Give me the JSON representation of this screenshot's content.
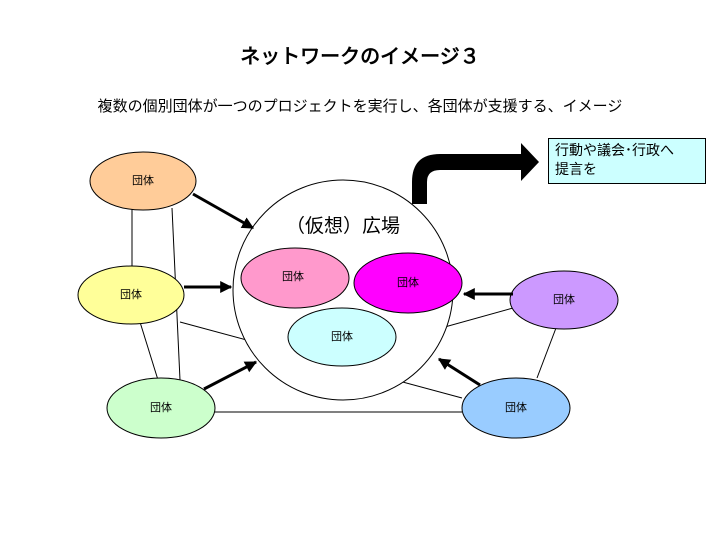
{
  "title": "ネットワークのイメージ３",
  "subtitle": "複数の個別団体が一つのプロジェクトを実行し、各団体が支援する、イメージ",
  "hub": {
    "label": "（仮想）広場"
  },
  "inner_groups": [
    {
      "label": "団体",
      "color": "#ff99cc"
    },
    {
      "label": "団体",
      "color": "#ff00ff"
    },
    {
      "label": "団体",
      "color": "#ccffff"
    }
  ],
  "outer_groups": [
    {
      "label": "団体",
      "color": "#ffcc99"
    },
    {
      "label": "団体",
      "color": "#ffff99"
    },
    {
      "label": "団体",
      "color": "#ccffcc"
    },
    {
      "label": "団体",
      "color": "#cc99ff"
    },
    {
      "label": "団体",
      "color": "#99ccff"
    }
  ],
  "callout": {
    "line1": "行動や議会･行政へ",
    "line2": "提言を"
  }
}
